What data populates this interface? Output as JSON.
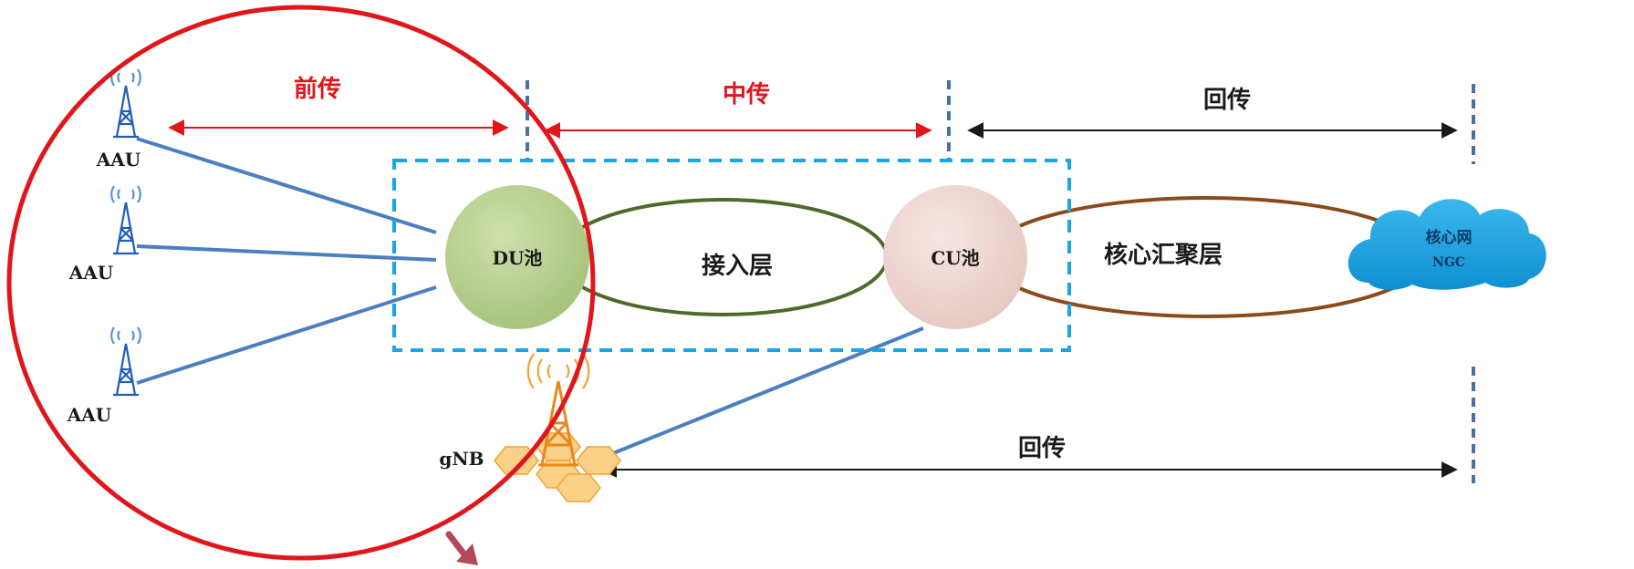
{
  "labels": {
    "fronthaul": "前传",
    "midhaul": "中传",
    "backhaul_top": "回传",
    "backhaul_bottom": "回传",
    "aau_1": "AAU",
    "aau_2": "AAU",
    "aau_3": "AAU",
    "du_pool": "DU池",
    "cu_pool": "CU池",
    "access_layer": "接入层",
    "core_aggregation_layer": "核心汇聚层",
    "core_network_line1": "核心网",
    "core_network_line2": "NGC",
    "gnb": "gNB"
  },
  "icons": {
    "aau": "antenna-tower-icon",
    "gnb": "gnb-tower-icon",
    "core": "cloud-icon",
    "highlight": "red-circle-highlight",
    "pointer": "down-arrow-icon"
  },
  "colors": {
    "red": "#e0161b",
    "blue_link": "#4a7fc0",
    "dashed_box": "#1aa6e6",
    "du_fill": "#b5cf8d",
    "cu_fill": "#f0d6d3",
    "access_ring": "#4e6a2b",
    "core_ring": "#8b4a1c",
    "cloud": "#1aa1e0",
    "gnb_orange": "#f3a22f",
    "dark": "#1a1a1a",
    "divider": "#4a6fa8",
    "pointer_arrow": "#b5495b"
  }
}
